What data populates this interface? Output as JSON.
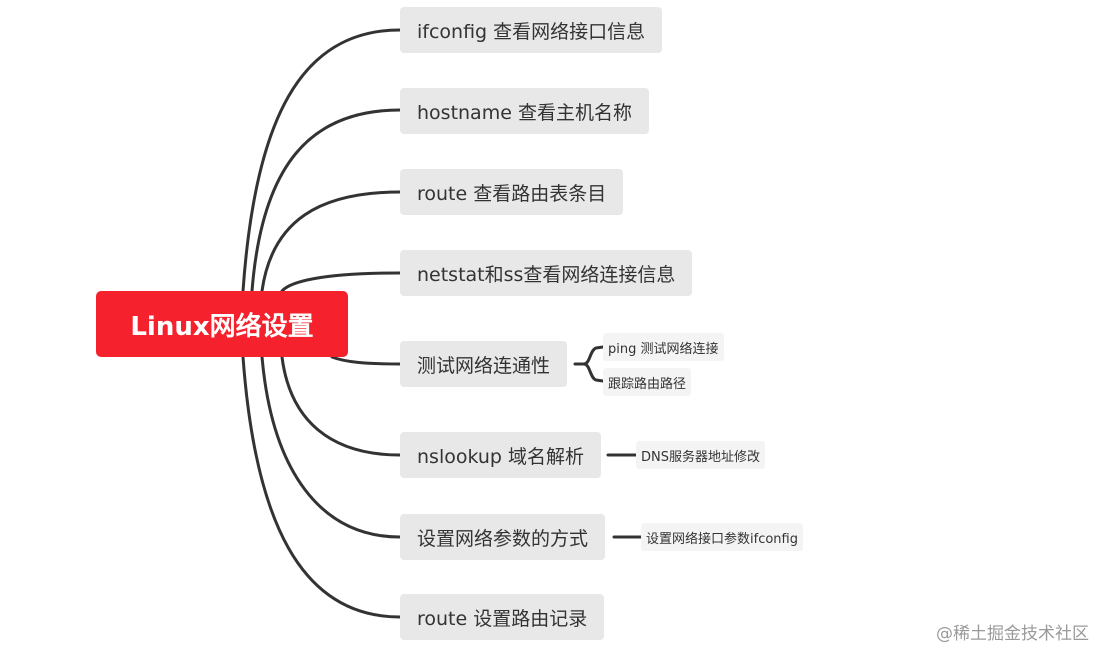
{
  "root": {
    "label": "Linux网络设置"
  },
  "branches": [
    {
      "label": "ifconfig 查看网络接口信息"
    },
    {
      "label": "hostname 查看主机名称"
    },
    {
      "label": "route 查看路由表条目"
    },
    {
      "label": "netstat和ss查看网络连接信息"
    },
    {
      "label": "测试网络连通性"
    },
    {
      "label": "nslookup 域名解析"
    },
    {
      "label": "设置网络参数的方式"
    },
    {
      "label": "route 设置路由记录"
    }
  ],
  "leaves": [
    {
      "label": "ping 测试网络连接"
    },
    {
      "label": "跟踪路由路径"
    },
    {
      "label": "DNS服务器地址修改"
    },
    {
      "label": "设置网络接口参数ifconfig"
    }
  ],
  "watermark": "@稀土掘金技术社区",
  "colors": {
    "root_fill": "#f5222d",
    "branch_fill": "#e8e8e8",
    "leaf_fill": "#f4f4f4",
    "connector": "#333333"
  }
}
